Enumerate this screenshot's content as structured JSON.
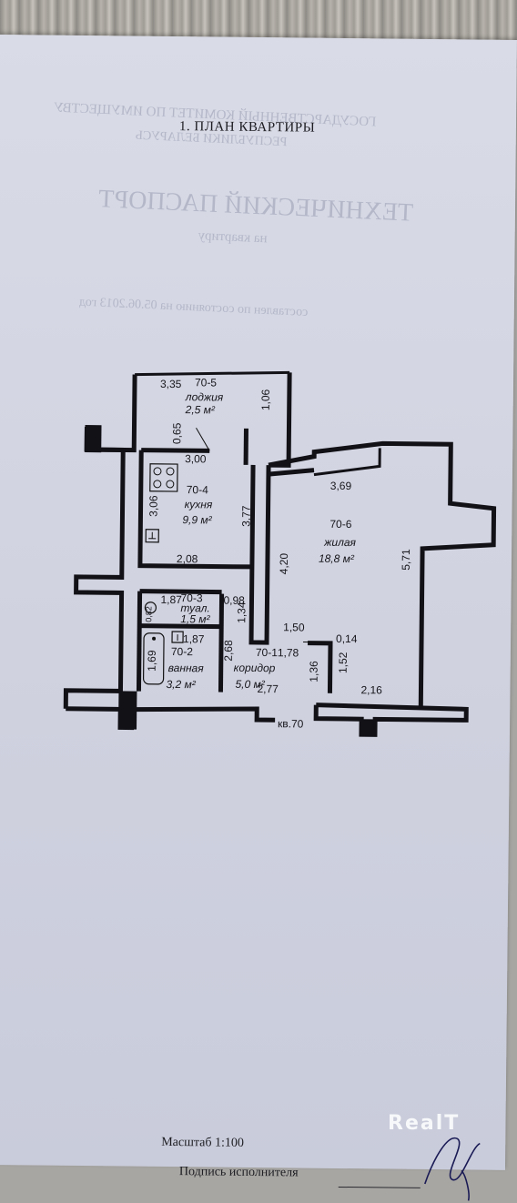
{
  "document": {
    "section_title": "1. ПЛАН КВАРТИРЫ",
    "scale": "Масштаб 1:100",
    "signature_label": "Подпись исполнителя",
    "watermark": "RealT"
  },
  "rooms": [
    {
      "id": "70-5",
      "name": "лоджия",
      "area": "2,5 м²"
    },
    {
      "id": "70-4",
      "name": "кухня",
      "area": "9,9 м²"
    },
    {
      "id": "70-6",
      "name": "жилая",
      "area": "18,8 м²"
    },
    {
      "id": "70-3",
      "name": "туал.",
      "area": "1,5 м²"
    },
    {
      "id": "70-2",
      "name": "ванная",
      "area": "3,2 м²"
    },
    {
      "id": "70-1",
      "name": "коридор",
      "area": "5,0 м²"
    }
  ],
  "dimensions": [
    "3,35",
    "1,06",
    "0,65",
    "3,00",
    "3,69",
    "3,06",
    "3,77",
    "4,20",
    "5,71",
    "2,08",
    "1,87",
    "0,98",
    "1,34",
    "1,50",
    "0,14",
    "0,82",
    "1,87",
    "1,69",
    "2,68",
    "1,78",
    "1,36",
    "1,52",
    "2,77",
    "2,16"
  ],
  "apartment_no": "кв.70"
}
